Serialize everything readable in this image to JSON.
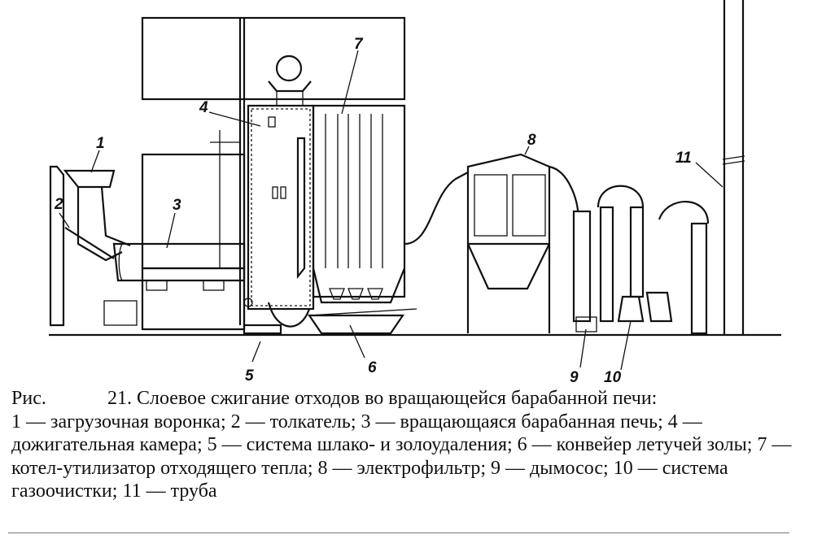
{
  "figure": {
    "prefix": "Рис.",
    "number_title": "21. Слоевое сжигание отходов во вращающейся барабанной печи:",
    "legend": [
      {
        "num": "1",
        "text": "1 — загрузочная воронка;"
      },
      {
        "num": "2",
        "text": "2 — толкатель;"
      },
      {
        "num": "3",
        "text": "3 — вращающаяся барабанная печь;"
      },
      {
        "num": "4",
        "text": "4 — дожигательная камера;"
      },
      {
        "num": "5",
        "text": "5 — система шлако- и золоудаления;"
      },
      {
        "num": "6",
        "text": "6 — конвейер летучей золы;"
      },
      {
        "num": "7",
        "text": "7 — котел-утилизатор отходящего тепла;"
      },
      {
        "num": "8",
        "text": "8 — электрофильтр;"
      },
      {
        "num": "9",
        "text": "9 — дымосос;"
      },
      {
        "num": "10",
        "text": "10 — система газоочистки;"
      },
      {
        "num": "11",
        "text": "11 — труба"
      }
    ]
  },
  "callouts": [
    "1",
    "2",
    "3",
    "4",
    "5",
    "6",
    "7",
    "8",
    "9",
    "10",
    "11"
  ]
}
